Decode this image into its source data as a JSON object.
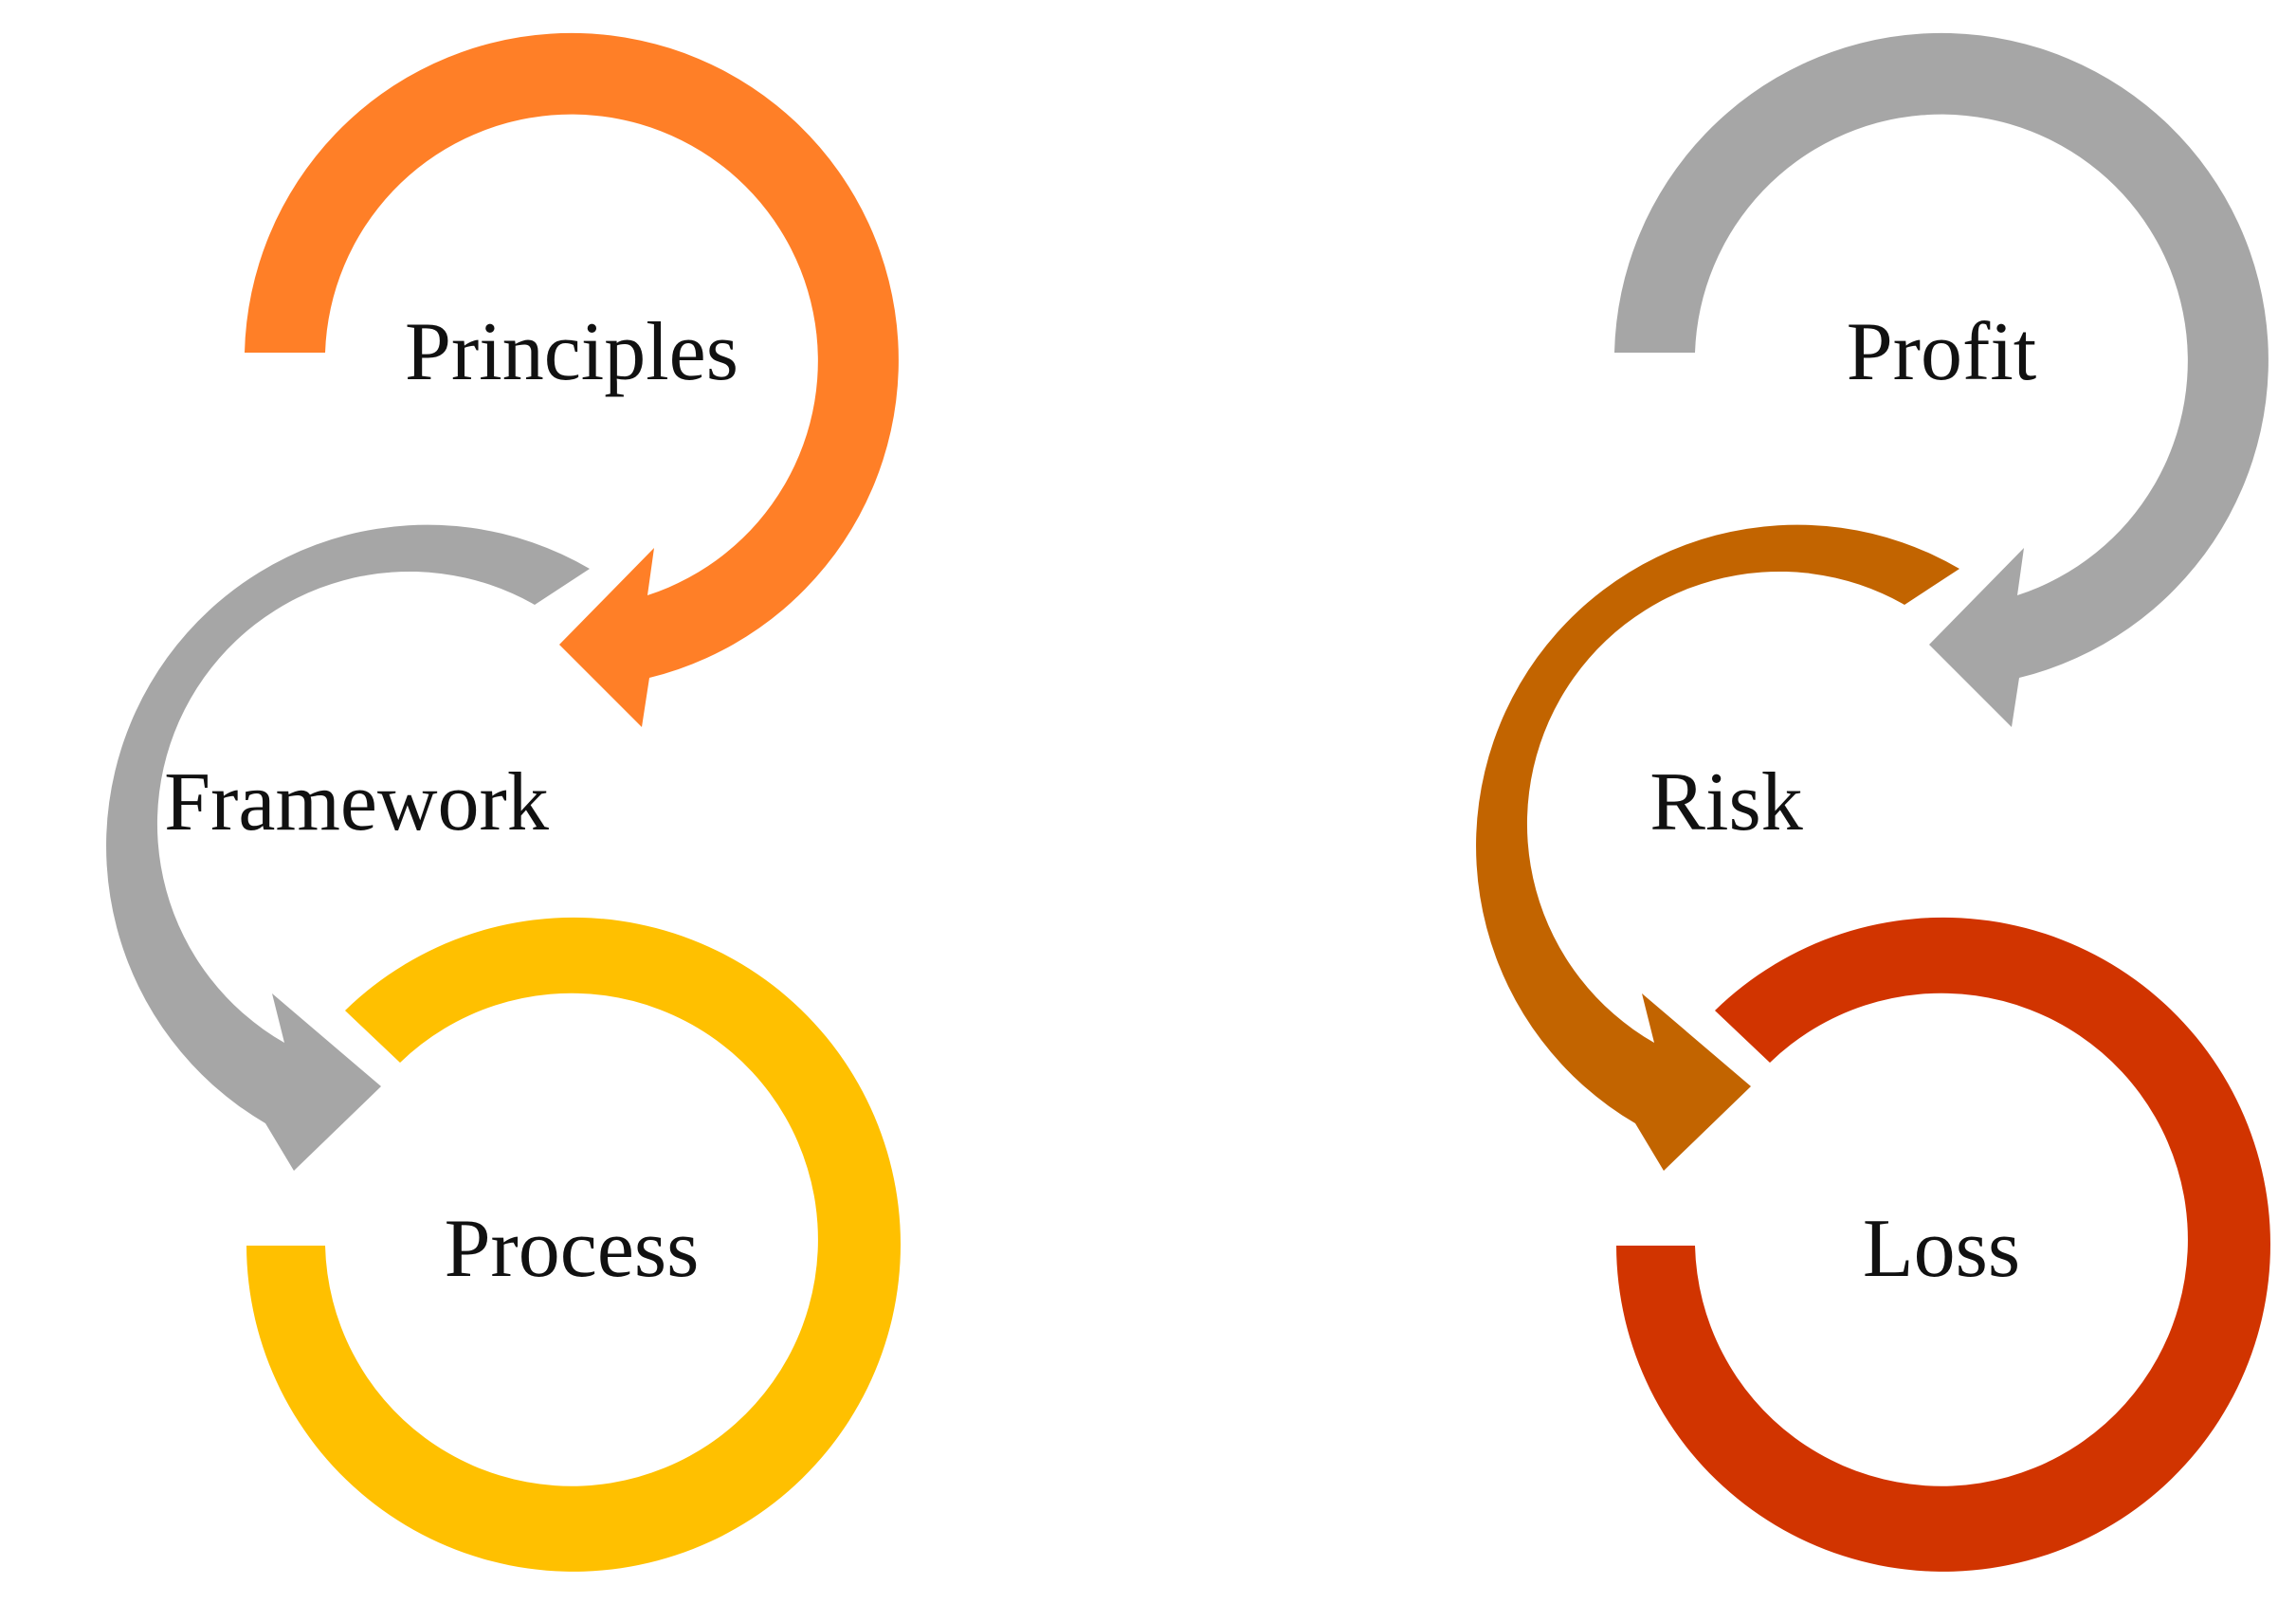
{
  "diagrams": [
    {
      "steps": [
        {
          "label": "Principles",
          "color": "#FF7F27"
        },
        {
          "label": "Framework",
          "color": "#A6A6A6"
        },
        {
          "label": "Process",
          "color": "#FFC000"
        }
      ]
    },
    {
      "steps": [
        {
          "label": "Profit",
          "color": "#A6A6A6"
        },
        {
          "label": "Risk",
          "color": "#C26400"
        },
        {
          "label": "Loss",
          "color": "#D13400"
        }
      ]
    }
  ]
}
